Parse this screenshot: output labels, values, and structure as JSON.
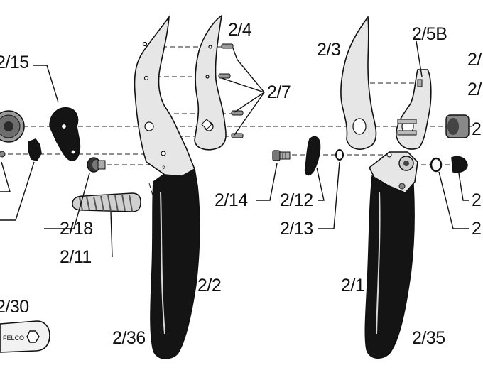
{
  "labels": {
    "l_2_15": "2/15",
    "l_2_4": "2/4",
    "l_2_3": "2/3",
    "l_2_5b": "2/5B",
    "l_2_7": "2/7",
    "l_2_14": "2/14",
    "l_2_12": "2/12",
    "l_2_13": "2/13",
    "l_2_18": "2/18",
    "l_2_11": "2/11",
    "l_2_2": "2/2",
    "l_2_1": "2/1",
    "l_2_30": "2/30",
    "l_2_36": "2/36",
    "l_2_35": "2/35",
    "l_r1": "2/",
    "l_r2": "2/",
    "l_r3": "2",
    "l_r4": "2",
    "l_r5": "2"
  },
  "engravings": {
    "brand": "FELCO",
    "model": "2"
  },
  "colors": {
    "handle": "#141414",
    "metal": "#e6e6e6",
    "line": "#111111"
  }
}
